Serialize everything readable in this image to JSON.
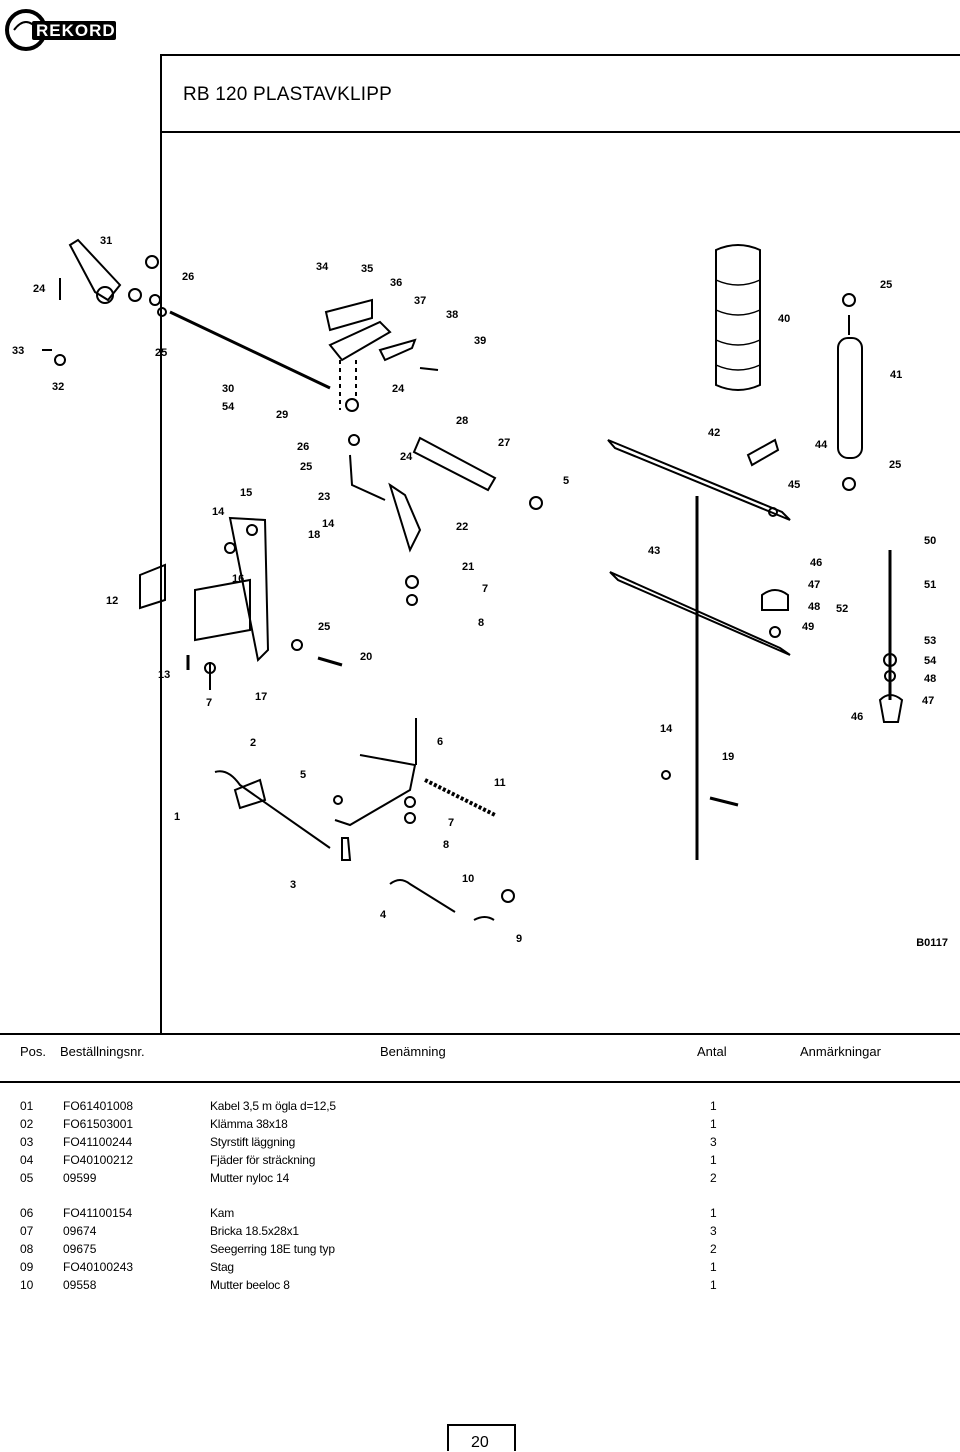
{
  "brand": {
    "logo_text": "REKORD"
  },
  "title": "RB 120  PLASTAVKLIPP",
  "figure_code": "B0117",
  "diagram": {
    "callouts": [
      "1",
      "2",
      "3",
      "4",
      "5",
      "6",
      "7",
      "8",
      "9",
      "10",
      "11",
      "12",
      "13",
      "14",
      "15",
      "16",
      "17",
      "18",
      "19",
      "20",
      "21",
      "22",
      "23",
      "24",
      "25",
      "26",
      "27",
      "28",
      "29",
      "30",
      "31",
      "32",
      "33",
      "34",
      "35",
      "36",
      "37",
      "38",
      "39",
      "40",
      "41",
      "42",
      "43",
      "44",
      "45",
      "46",
      "47",
      "48",
      "49",
      "50",
      "51",
      "52",
      "53",
      "54"
    ]
  },
  "table": {
    "headers": {
      "pos": "Pos.",
      "order_no": "Beställningsnr.",
      "name": "Benämning",
      "qty": "Antal",
      "notes": "Anmärkningar"
    },
    "rows": [
      {
        "pos": "01",
        "order_no": "FO61401008",
        "name": "Kabel 3,5 m ögla d=12,5",
        "qty": "1",
        "note": ""
      },
      {
        "pos": "02",
        "order_no": "FO61503001",
        "name": "Klämma 38x18",
        "qty": "1",
        "note": ""
      },
      {
        "pos": "03",
        "order_no": "FO41100244",
        "name": "Styrstift läggning",
        "qty": "3",
        "note": ""
      },
      {
        "pos": "04",
        "order_no": "FO40100212",
        "name": "Fjäder för sträckning",
        "qty": "1",
        "note": ""
      },
      {
        "pos": "05",
        "order_no": "09599",
        "name": "Mutter nyloc 14",
        "qty": "2",
        "note": ""
      },
      {
        "pos": "06",
        "order_no": "FO41100154",
        "name": "Kam",
        "qty": "1",
        "note": ""
      },
      {
        "pos": "07",
        "order_no": "09674",
        "name": "Bricka 18.5x28x1",
        "qty": "3",
        "note": ""
      },
      {
        "pos": "08",
        "order_no": "09675",
        "name": "Seegerring 18E tung typ",
        "qty": "2",
        "note": ""
      },
      {
        "pos": "09",
        "order_no": "FO40100243",
        "name": "Stag",
        "qty": "1",
        "note": ""
      },
      {
        "pos": "10",
        "order_no": "09558",
        "name": "Mutter beeloc 8",
        "qty": "1",
        "note": ""
      }
    ]
  },
  "page_number": "20"
}
